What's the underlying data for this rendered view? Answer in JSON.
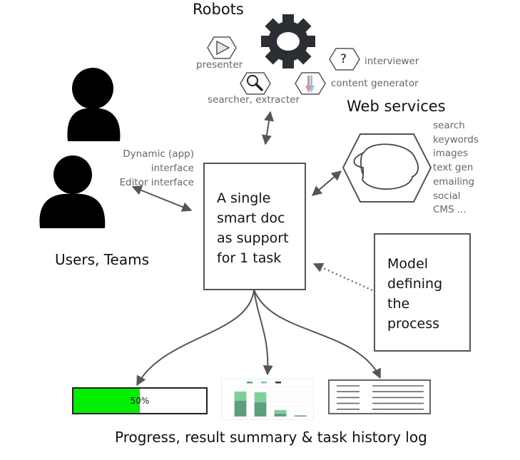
{
  "robots": {
    "title": "Robots",
    "items": [
      {
        "name": "presenter",
        "icon": "play-icon"
      },
      {
        "name": "interviewer",
        "icon": "question-icon"
      },
      {
        "name": "searcher, extracter",
        "icon": "magnifier-icon"
      },
      {
        "name": "content generator",
        "icon": "arrows-down-icon"
      }
    ],
    "icon": "gear-icon",
    "question_glyph": "?"
  },
  "web_services": {
    "title": "Web services",
    "icon": "cloud-icon",
    "items": [
      "search",
      "keywords",
      "images",
      "text gen",
      "emailing",
      "social",
      "CMS ..."
    ]
  },
  "users": {
    "title": "Users, Teams",
    "interfaces": [
      "Dynamic (app) interface",
      "Editor interface"
    ]
  },
  "smart_doc": {
    "lines": [
      "A single",
      "smart doc",
      "as support",
      "for 1 task"
    ]
  },
  "model": {
    "lines": [
      "Model",
      "defining",
      "the",
      "process"
    ]
  },
  "outputs": {
    "caption": "Progress, result summary & task history log",
    "progress": {
      "value": 0.5,
      "label": "50%",
      "fill_color": "#00ee00"
    },
    "log_rows": 5
  },
  "chart_data": {
    "type": "bar",
    "stacked": true,
    "categories": [
      "",
      "",
      "",
      ""
    ],
    "series": [
      {
        "name": "",
        "color": "#5f9f80",
        "values": [
          63,
          57,
          12,
          3
        ]
      },
      {
        "name": "",
        "color": "#7fcf9b",
        "values": [
          37,
          40,
          14,
          2
        ]
      },
      {
        "name": "",
        "color": "#333333",
        "values": [
          0,
          0,
          0,
          0
        ]
      }
    ],
    "ylim": [
      0,
      120
    ],
    "yticks": [
      0,
      20,
      40,
      60,
      80,
      100,
      120
    ],
    "legend": "top",
    "grid": true
  }
}
